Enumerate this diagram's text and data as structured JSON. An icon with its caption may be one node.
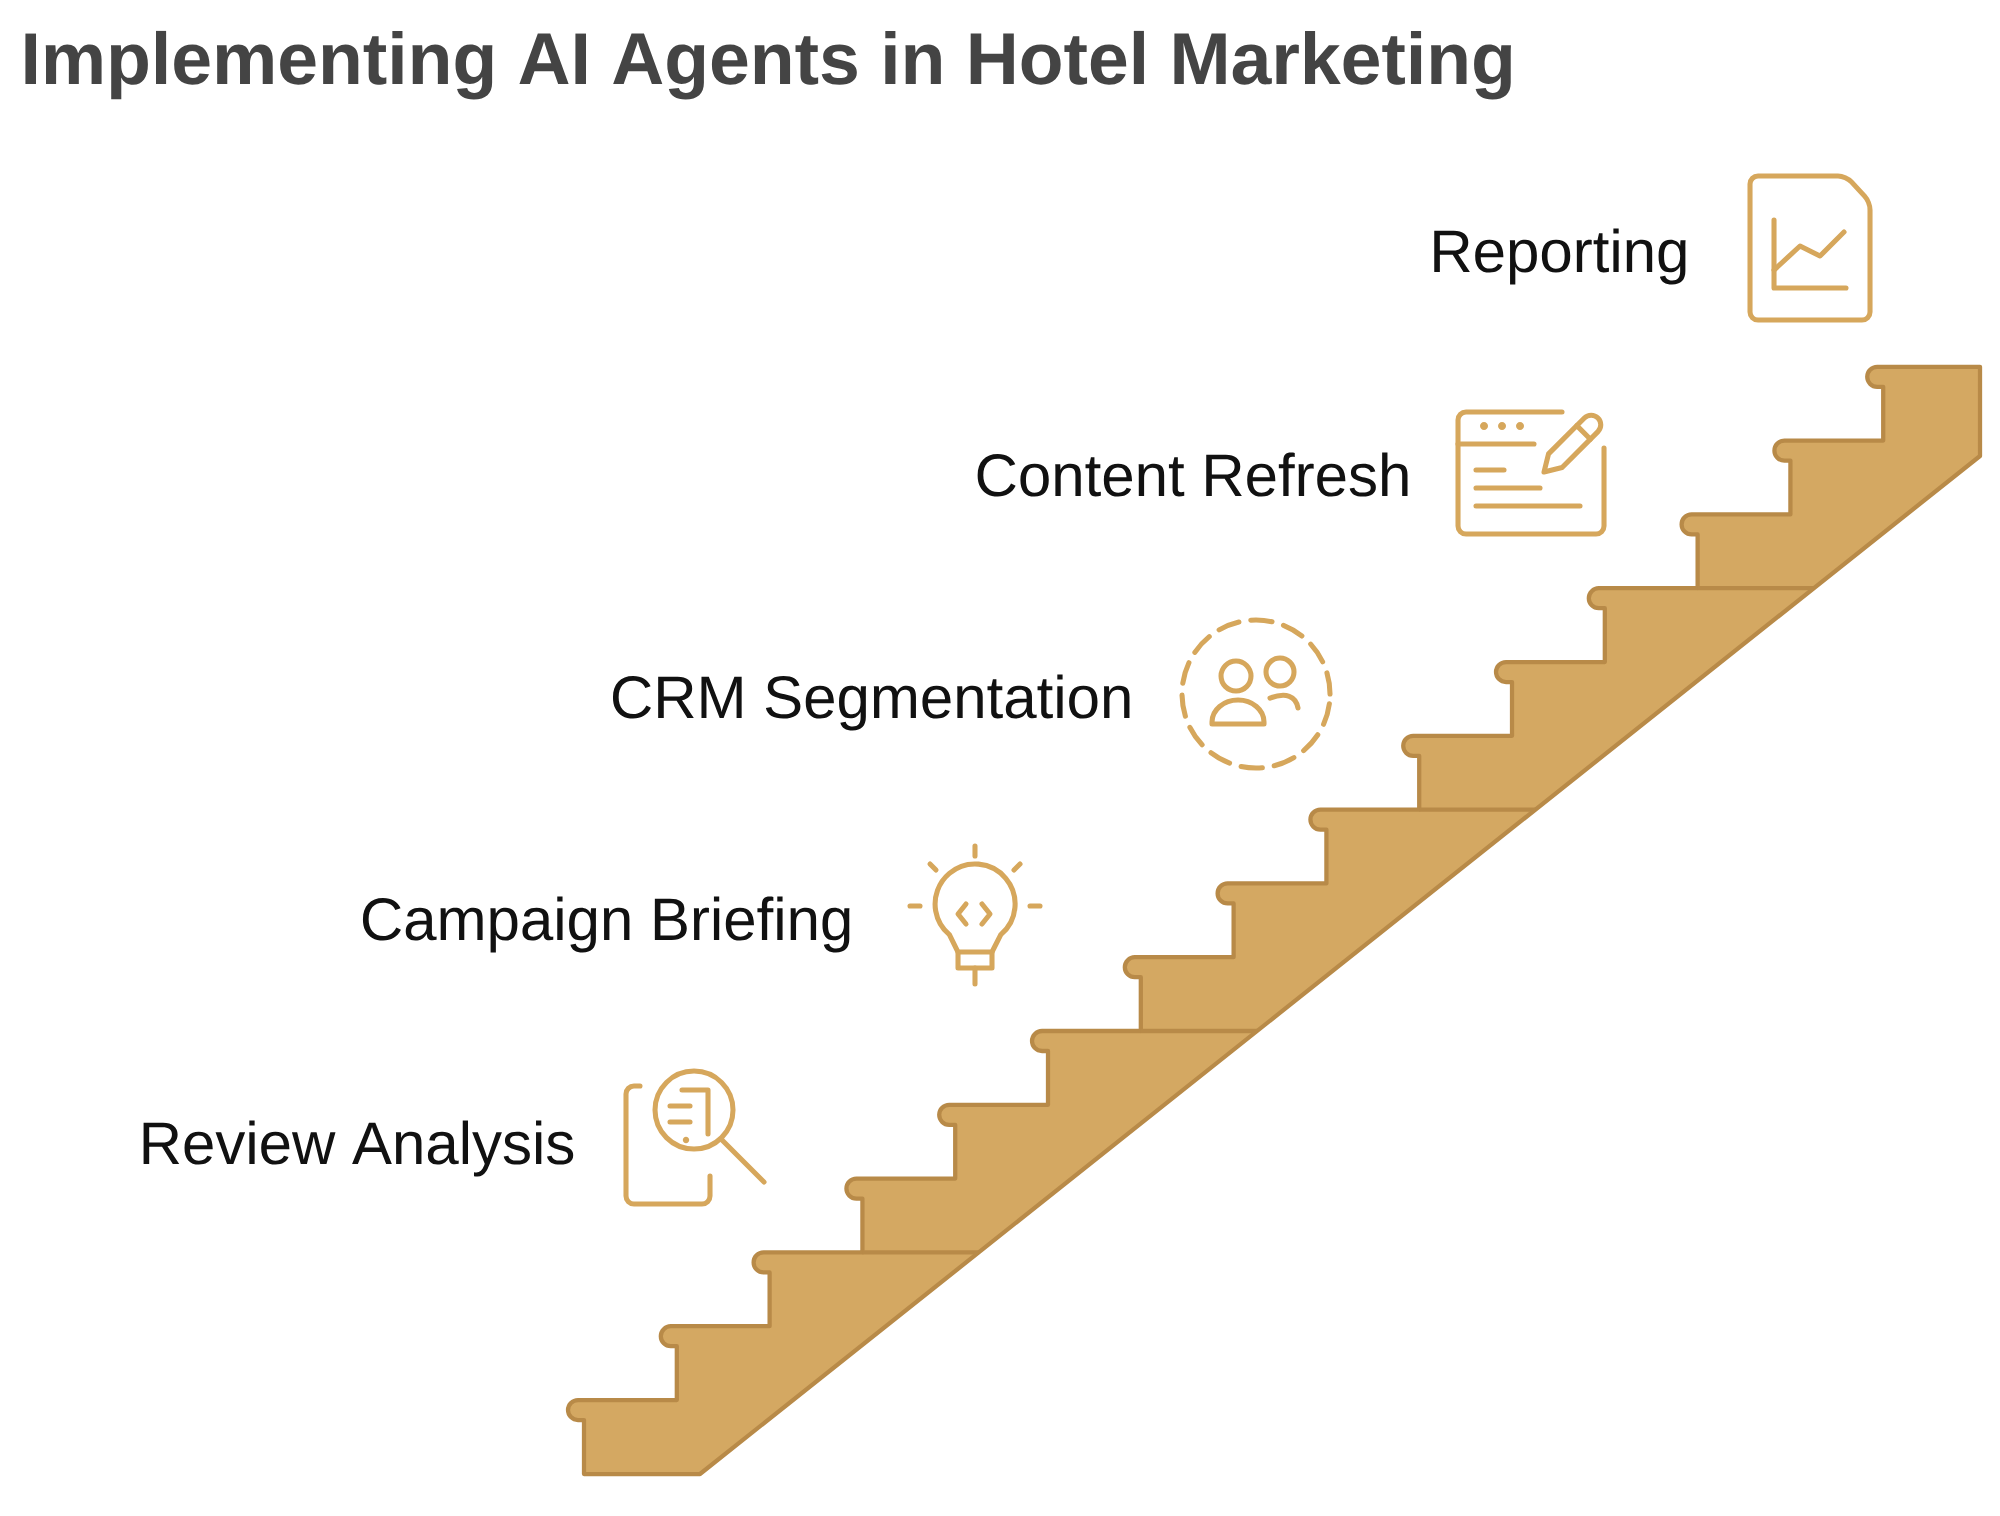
{
  "diagram": {
    "title": "Implementing AI Agents in Hotel Marketing",
    "labels": [
      "Reporting",
      "Content Refresh",
      "CRM Segmentation",
      "Campaign Briefing",
      "Review Analysis"
    ]
  }
}
